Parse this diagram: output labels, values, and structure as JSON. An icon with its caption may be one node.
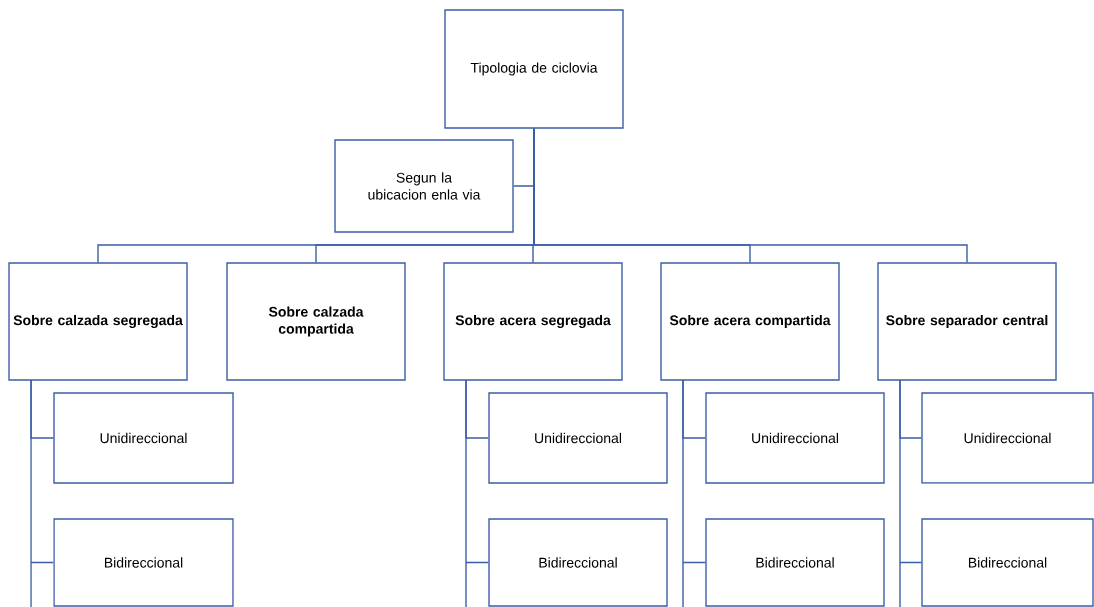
{
  "diagram": {
    "nodes": [
      {
        "text": [
          "Tipologia de ciclovia"
        ]
      },
      {
        "text": [
          "Segun la ubicacion enla via"
        ]
      },
      {
        "text": [
          "Sobre calzada segregada"
        ]
      },
      {
        "text": [
          "Sobre calzada compartida"
        ]
      },
      {
        "text": [
          "Sobre acera segregada"
        ]
      },
      {
        "text": [
          "Sobre acera compartida"
        ]
      },
      {
        "text": [
          "Sobre separador central"
        ]
      },
      {
        "text": [
          "Unidireccional"
        ]
      },
      {
        "text": [
          "Bidireccional"
        ]
      },
      {
        "text": [
          "Unidireccional"
        ]
      },
      {
        "text": [
          "Bidireccional"
        ]
      },
      {
        "text": [
          "Unidireccional"
        ]
      },
      {
        "text": [
          "Bidireccional"
        ]
      },
      {
        "text": [
          "Unidireccional"
        ]
      },
      {
        "text": [
          "Bidireccional"
        ]
      }
    ],
    "edges": [
      {
        "from": 0,
        "to": 1,
        "arrow": "none"
      },
      {
        "from": 0,
        "to": 2,
        "arrow": "none"
      },
      {
        "from": 0,
        "to": 3,
        "arrow": "none"
      },
      {
        "from": 0,
        "to": 4,
        "arrow": "none"
      },
      {
        "from": 0,
        "to": 5,
        "arrow": "none"
      },
      {
        "from": 0,
        "to": 6,
        "arrow": "none"
      },
      {
        "from": 2,
        "to": 7,
        "arrow": "none"
      },
      {
        "from": 2,
        "to": 8,
        "arrow": "none"
      },
      {
        "from": 4,
        "to": 9,
        "arrow": "none"
      },
      {
        "from": 4,
        "to": 10,
        "arrow": "none"
      },
      {
        "from": 5,
        "to": 11,
        "arrow": "none"
      },
      {
        "from": 5,
        "to": 12,
        "arrow": "none"
      },
      {
        "from": 6,
        "to": 13,
        "arrow": "none"
      },
      {
        "from": 6,
        "to": 14,
        "arrow": "none"
      }
    ]
  }
}
